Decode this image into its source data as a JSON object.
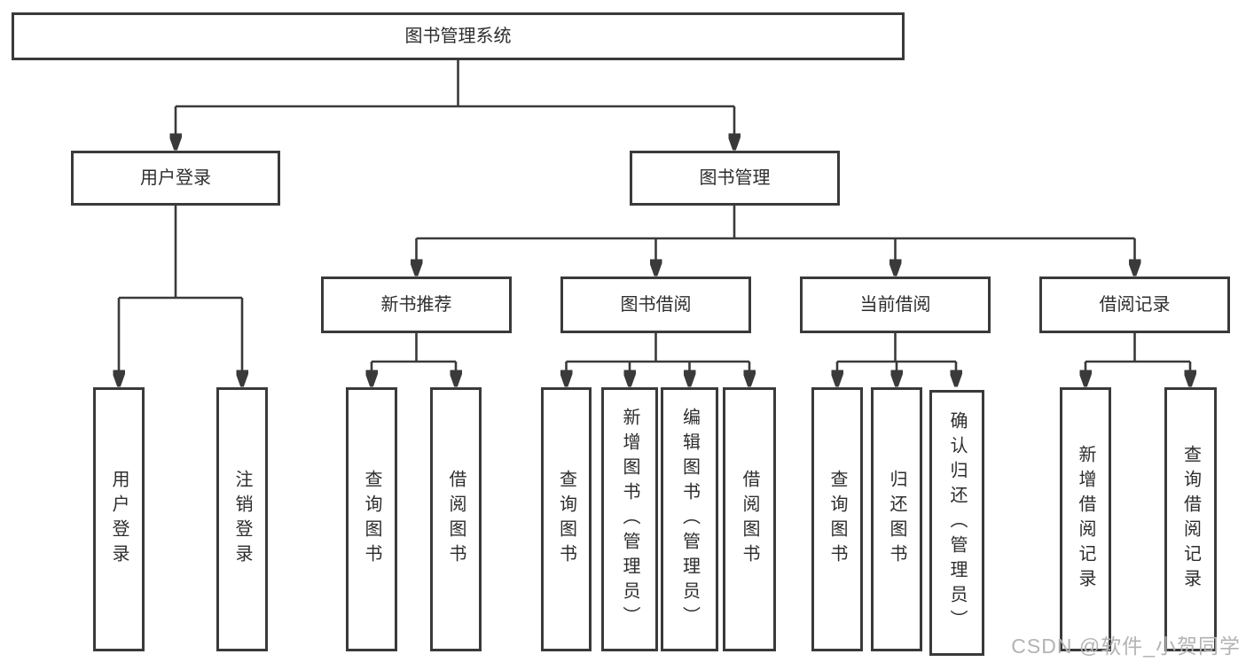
{
  "tree": {
    "root": {
      "label": "图书管理系统"
    },
    "level2": [
      {
        "label": "用户登录",
        "leaves": [
          {
            "label": "用户登录"
          },
          {
            "label": "注销登录"
          }
        ]
      },
      {
        "label": "图书管理",
        "groups": [
          {
            "label": "新书推荐",
            "leaves": [
              {
                "label": "查询图书"
              },
              {
                "label": "借阅图书"
              }
            ]
          },
          {
            "label": "图书借阅",
            "leaves": [
              {
                "label": "查询图书"
              },
              {
                "label": "新增图书（管理员）"
              },
              {
                "label": "编辑图书（管理员）"
              },
              {
                "label": "借阅图书"
              }
            ]
          },
          {
            "label": "当前借阅",
            "leaves": [
              {
                "label": "查询图书"
              },
              {
                "label": "归还图书"
              },
              {
                "label": "确认归还（管理员）"
              }
            ]
          },
          {
            "label": "借阅记录",
            "leaves": [
              {
                "label": "新增借阅记录"
              },
              {
                "label": "查询借阅记录"
              }
            ]
          }
        ]
      }
    ]
  },
  "watermark": {
    "text": "CSDN @软件_小贺同学"
  },
  "colors": {
    "line": "#3a3a3a",
    "border": "#3a3a3a",
    "fill": "#ffffff",
    "text": "#2d2d2d",
    "watermark": "#b3b3b3"
  }
}
